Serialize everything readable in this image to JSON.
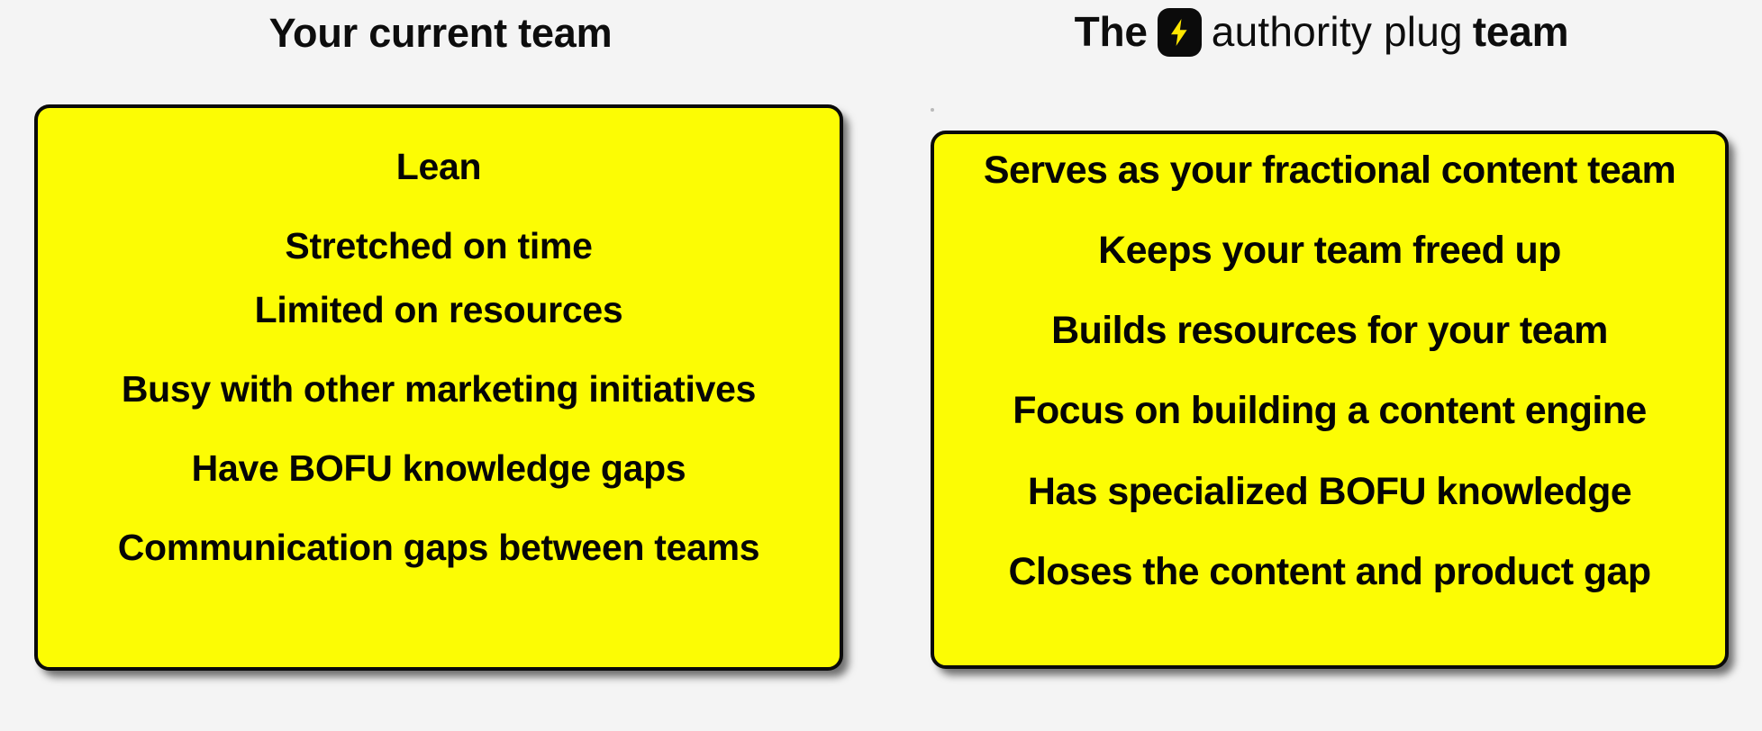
{
  "background_color": "#f4f4f4",
  "card_color": "#fcfc04",
  "border_color": "#0a0a0a",
  "text_color": "#050505",
  "accent_color": "#ffe600",
  "badge_background": "#0b0b0b",
  "left": {
    "heading": "Your current team",
    "items": [
      "Lean",
      "Stretched on time",
      "Limited on resources",
      "Busy with other marketing initiatives",
      "Have BOFU knowledge gaps",
      "Communication gaps between teams"
    ]
  },
  "right": {
    "heading_prefix": "The",
    "heading_brand": "authority plug",
    "heading_suffix": "team",
    "badge_icon": "lightning-bolt-icon",
    "items": [
      "Serves as your fractional content team",
      "Keeps your team freed up",
      "Builds resources for your team",
      "Focus on building a content engine",
      "Has specialized BOFU knowledge",
      "Closes the content and product gap"
    ]
  }
}
